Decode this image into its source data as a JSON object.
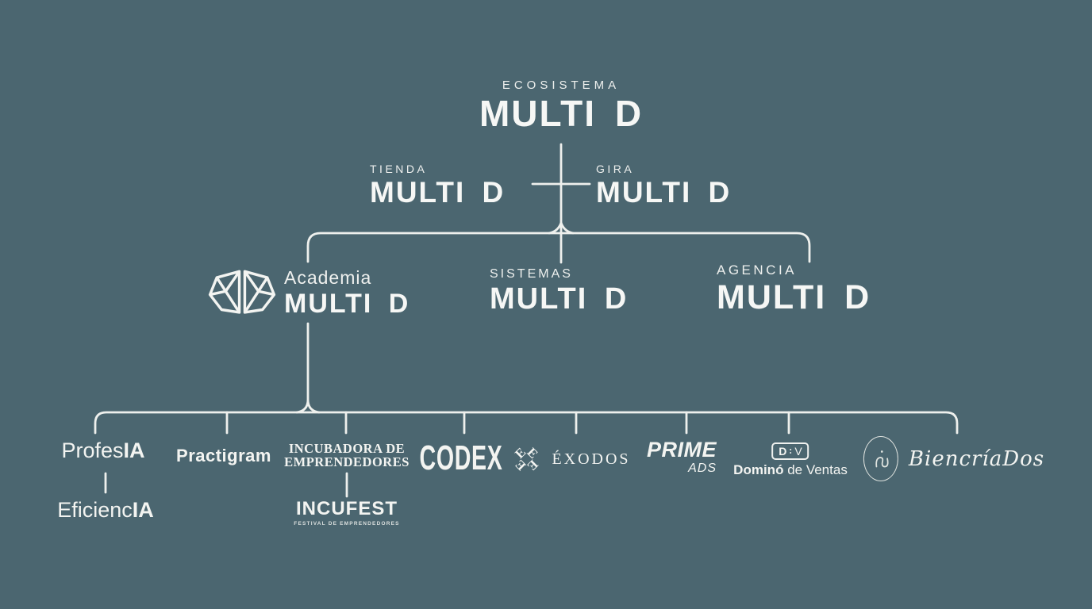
{
  "canvas": {
    "background": "#4b6670",
    "ink": "#f3f4f1"
  },
  "root": {
    "eyebrow": "ECOSISTEMA",
    "brand": "MULTI D"
  },
  "tienda": {
    "eyebrow": "TIENDA",
    "brand": "MULTI D"
  },
  "gira": {
    "eyebrow": "GIRA",
    "brand": "MULTI D"
  },
  "academia": {
    "eyebrow": "Academia",
    "brand": "MULTI D",
    "icon": "gem-logo"
  },
  "sistemas": {
    "eyebrow": "SISTEMAS",
    "brand": "MULTI D"
  },
  "agencia": {
    "eyebrow": "AGENCIA",
    "brand": "MULTI D"
  },
  "profesia": {
    "prefix": "Profes",
    "suffix": "IA"
  },
  "eficiencia": {
    "prefix": "Eficienc",
    "suffix": "IA"
  },
  "practigram": {
    "label": "Practigram"
  },
  "incubadora": {
    "line1": "INCUBADORA DE",
    "line2": "EMPRENDEDORES"
  },
  "incufest": {
    "label": "INCUFEST",
    "tagline": "FESTIVAL DE EMPRENDEDORES"
  },
  "codex": {
    "label": "CODEX"
  },
  "exodos": {
    "label": "ÉXODOS",
    "icon": "e-pinwheel-icon"
  },
  "prime": {
    "label": "PRIME",
    "sub": "ADS"
  },
  "domino": {
    "tile_left": "D",
    "tile_right": "V",
    "name_bold": "Dominó",
    "name_light": "de Ventas"
  },
  "biencria": {
    "label": "BiencríaDos",
    "icon": "oval-monogram-icon"
  }
}
